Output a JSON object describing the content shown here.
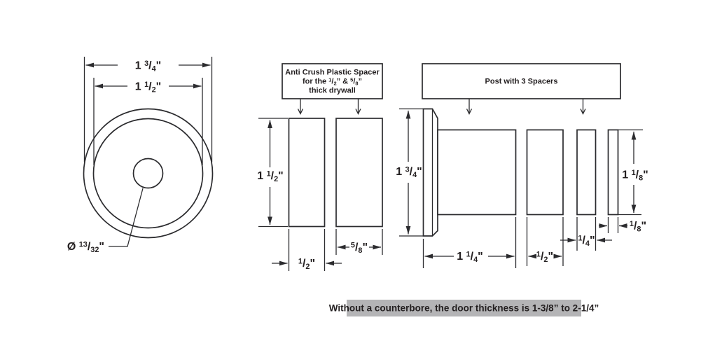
{
  "front_view": {
    "outer_diameter": "1 3/4\"",
    "bezel_diameter": "1 1/2\"",
    "hole_diameter": "Ø 13/32\""
  },
  "spacer_view": {
    "label": {
      "line1": "Anti Crush Plastic Spacer",
      "line2": "for the 1/2” & 5/8”",
      "line3": "thick drywall"
    },
    "height": "1 1/2\"",
    "width_left": "1/2\"",
    "width_right": "5/8\""
  },
  "post_view": {
    "label": "Post with 3 Spacers",
    "flange_diameter": "1 3/4\"",
    "post_length": "1 1/4\"",
    "spacer1_width": "1/2\"",
    "spacer2_width": "1/4\"",
    "spacer3_width": "1/8\"",
    "spacer_diameter": "1 1/8\""
  },
  "note": {
    "text": "Without a counterbore, the door thickness is 1-3/8” to 2-1/4”",
    "bg": "#b4b4b6"
  },
  "colors": {
    "line": "#2b2b2e",
    "text": "#231f20",
    "background": "#ffffff"
  }
}
